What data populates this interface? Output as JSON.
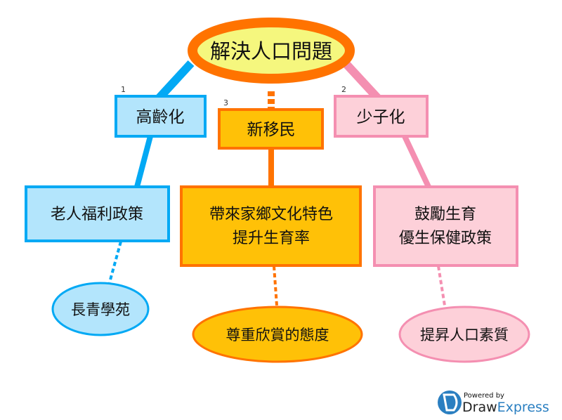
{
  "root": {
    "label": "解決人口問題"
  },
  "branches": [
    {
      "number": "1",
      "label": "高齡化",
      "child_lines": [
        "老人福利政策"
      ],
      "leaf": "長青學苑",
      "color": "#03a9f4"
    },
    {
      "number": "3",
      "label": "新移民",
      "child_lines": [
        "帶來家鄉文化特色",
        "提升生育率"
      ],
      "leaf": "尊重欣賞的態度",
      "color": "#ff7300"
    },
    {
      "number": "2",
      "label": "少子化",
      "child_lines": [
        "鼓勵生育",
        "優生保健政策"
      ],
      "leaf": "提昇人口素質",
      "color": "#f48fb1"
    }
  ],
  "branding": {
    "powered_by": "Powered by",
    "brand_draw": "Draw",
    "brand_express": "Express"
  }
}
